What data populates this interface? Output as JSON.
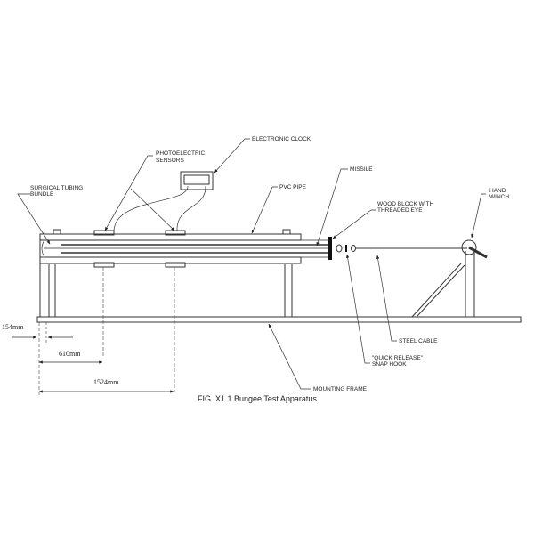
{
  "labels": {
    "electronic_clock": "ELECTRONIC CLOCK",
    "photoelectric_1": "PHOTOELECTRIC",
    "photoelectric_2": "SENSORS",
    "surgical_1": "SURGICAL TUBING",
    "surgical_2": "BUNDLE",
    "pvc_pipe": "PVC PIPE",
    "missile": "MISSILE",
    "wood_block_1": "WOOD BLOCK WITH",
    "wood_block_2": "THREADED EYE",
    "hand_winch_1": "HAND",
    "hand_winch_2": "WINCH",
    "steel_cable": "STEEL CABLE",
    "snap_hook_1": "\"QUICK RELEASE\"",
    "snap_hook_2": "SNAP HOOK",
    "mounting_frame": "MOUNTING FRAME"
  },
  "dimensions": {
    "d154": "154mm",
    "d610": "610mm",
    "d1524": "1524mm"
  },
  "caption": "FIG. X1.1 Bungee Test Apparatus"
}
